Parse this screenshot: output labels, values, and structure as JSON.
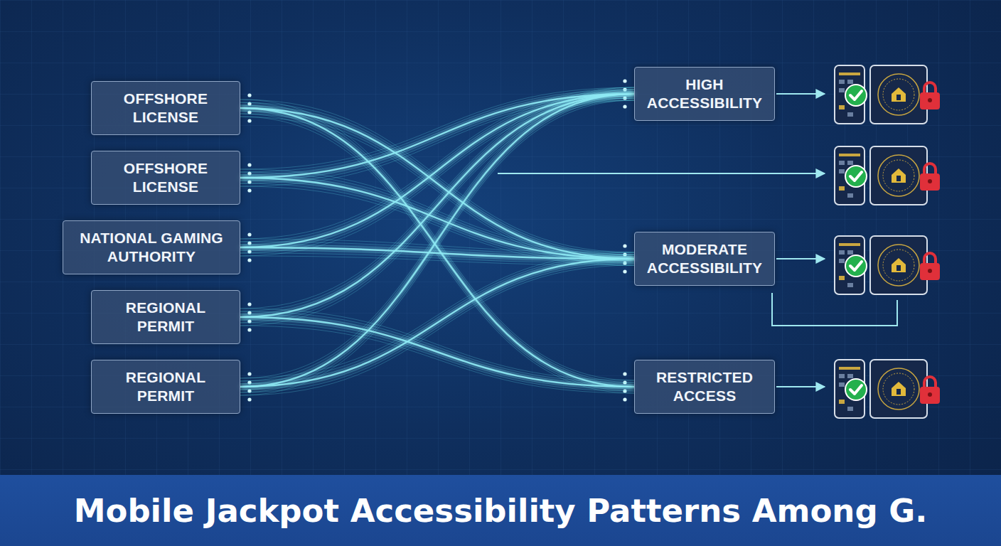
{
  "diagram": {
    "title": "Mobile Jackpot Accessibility Patterns Among G.",
    "nodes": [
      {
        "text": [
          "OFFSHORE LICENSE"
        ]
      },
      {
        "text": [
          "OFFSHORE LICENSE"
        ]
      },
      {
        "text": [
          "NATIONAL GAMING AUTHORITY"
        ]
      },
      {
        "text": [
          "REGIONAL PERMIT"
        ]
      },
      {
        "text": [
          "REGIONAL PERMIT"
        ]
      },
      {
        "text": [
          "HIGH ACCESSIBILITY"
        ]
      },
      {
        "text": [
          "MODERATE ACCESSIBILITY"
        ]
      },
      {
        "text": [
          "RESTRICTED ACCESS"
        ]
      }
    ],
    "edges": [
      {
        "from": 0,
        "to": 6,
        "arrow": "none"
      },
      {
        "from": 0,
        "to": 7,
        "arrow": "none"
      },
      {
        "from": 1,
        "to": 5,
        "arrow": "none"
      },
      {
        "from": 1,
        "to": 6,
        "arrow": "none"
      },
      {
        "from": 2,
        "to": 5,
        "arrow": "none"
      },
      {
        "from": 2,
        "to": 6,
        "arrow": "none"
      },
      {
        "from": 3,
        "to": 5,
        "arrow": "none"
      },
      {
        "from": 3,
        "to": 7,
        "arrow": "none"
      },
      {
        "from": 4,
        "to": 5,
        "arrow": "none"
      },
      {
        "from": 4,
        "to": 6,
        "arrow": "none"
      }
    ]
  }
}
